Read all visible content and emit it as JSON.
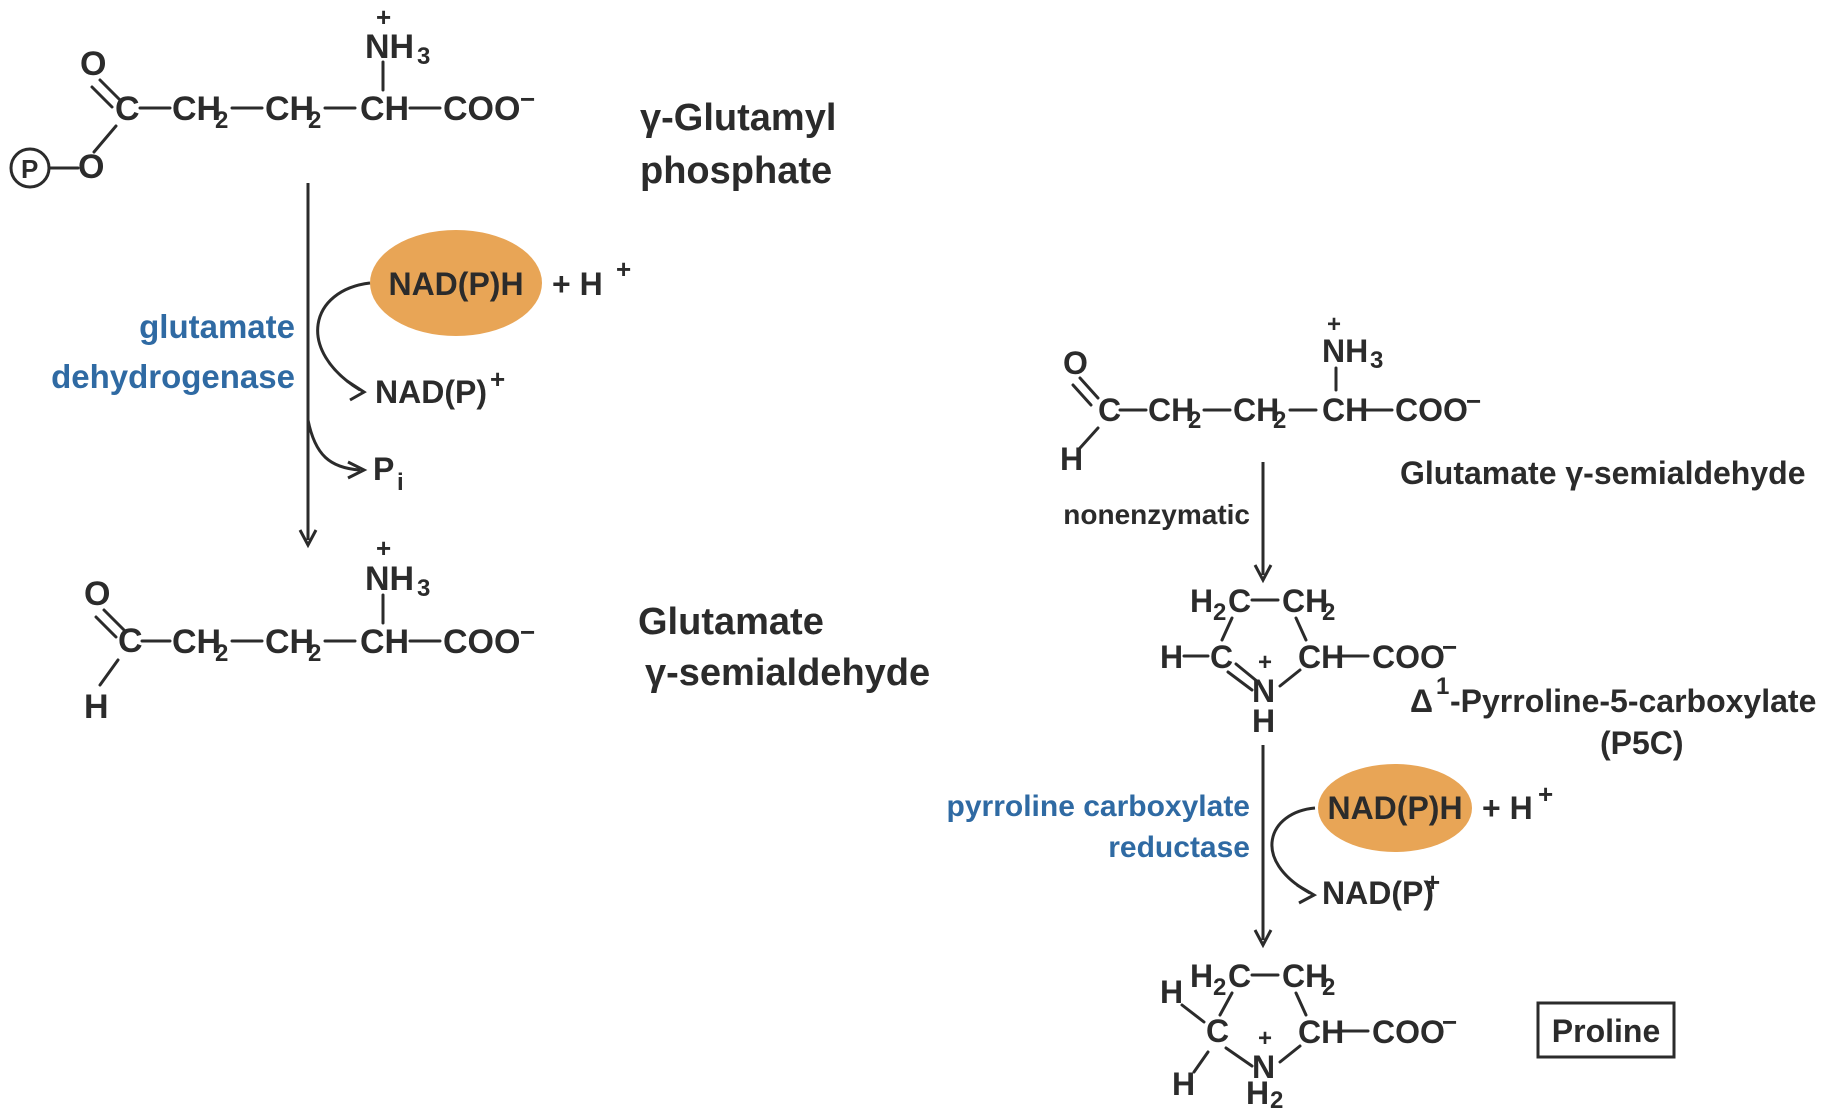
{
  "colors": {
    "enzyme": "#2f6aa3",
    "cofactor_fill": "#e8a556",
    "ink": "#2b2b2b"
  },
  "atoms": {
    "O": "O",
    "C": "C",
    "H": "H",
    "N": "N",
    "P": "P",
    "CH": "CH",
    "COO": "COO",
    "NH": "NH",
    "CH2": "CH",
    "H2C": "H",
    "two": "2",
    "three": "3",
    "plus": "+",
    "minus": "−",
    "dash": "—",
    "i": "i"
  },
  "left": {
    "compound1": {
      "line1": "γ-Glutamyl",
      "line2": "phosphate"
    },
    "enzyme": {
      "line1": "glutamate",
      "line2": "dehydrogenase"
    },
    "cofactor_in": "NAD(P)H",
    "cofactor_in_extra": "+ H",
    "cofactor_out": "NAD(P)",
    "pi": "P",
    "compound2": {
      "line1": "Glutamate",
      "line2": "γ-semialdehyde"
    }
  },
  "right": {
    "compound1": "Glutamate  γ-semialdehyde",
    "step1": "nonenzymatic",
    "compound2": {
      "line1_delta": "Δ",
      "line1_sup": "1",
      "line1_rest": "-Pyrroline-5-carboxylate",
      "line2": "(P5C)"
    },
    "enzyme": {
      "line1": "pyrroline carboxylate",
      "line2": "reductase"
    },
    "cofactor_in": "NAD(P)H",
    "cofactor_in_extra": "+ H",
    "cofactor_out": "NAD(P)",
    "product": "Proline"
  }
}
